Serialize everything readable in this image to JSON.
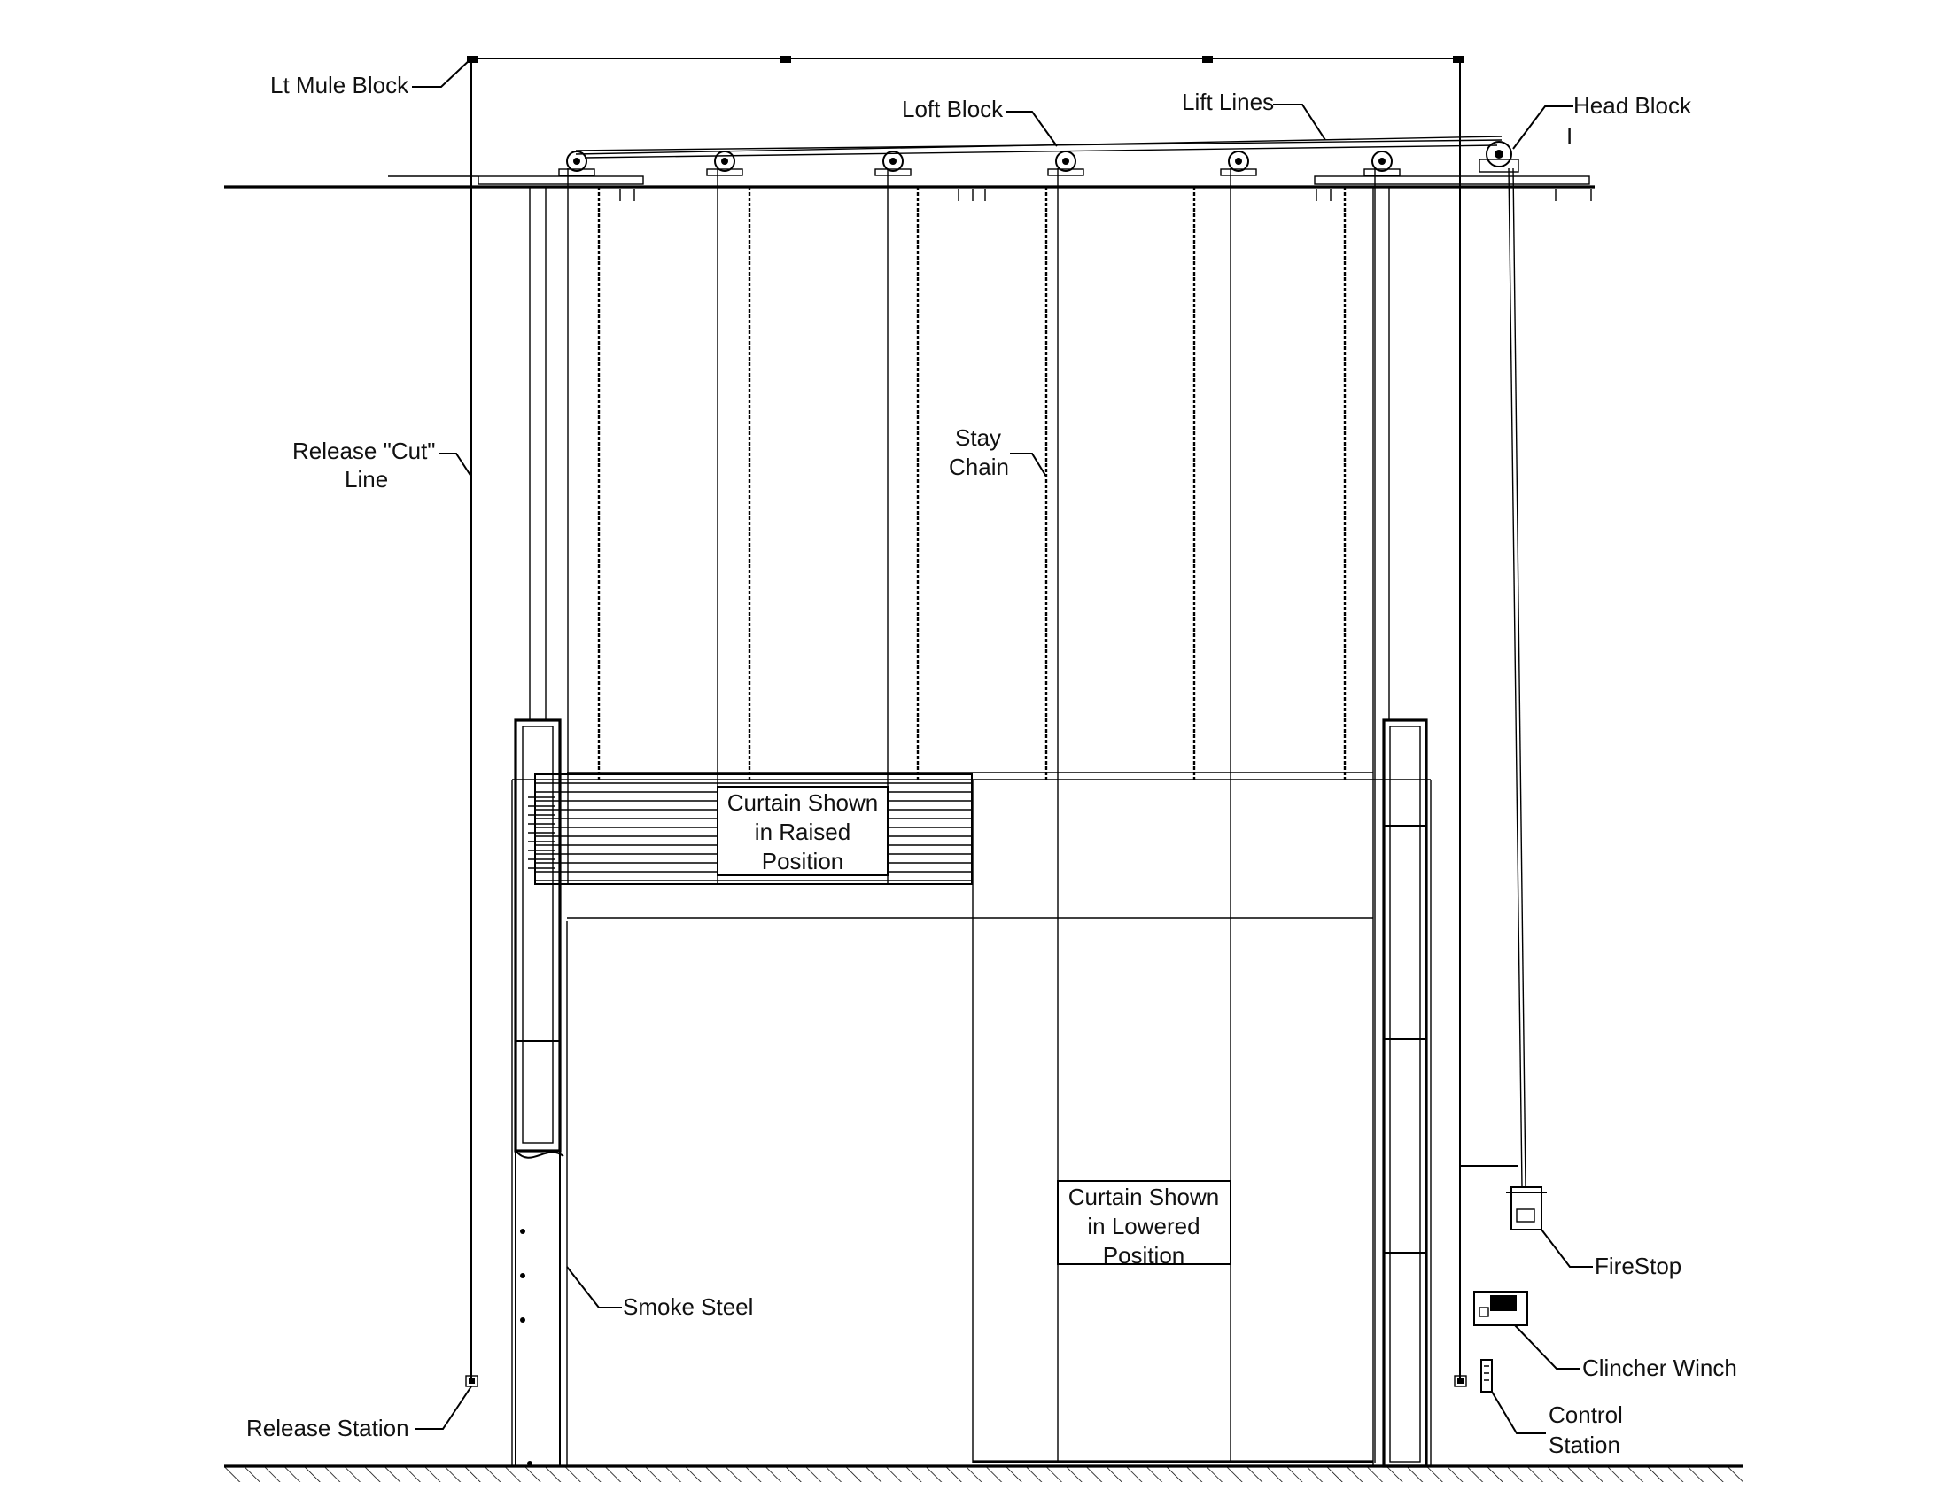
{
  "labels": {
    "lt_mule_block": "Lt Mule Block",
    "loft_block": "Loft Block",
    "lift_lines": "Lift Lines",
    "head_block": "Head Block",
    "head_block_mark": "I",
    "release_cut_line_1": "Release \"Cut\"",
    "release_cut_line_2": "Line",
    "stay_chain_1": "Stay",
    "stay_chain_2": "Chain",
    "raised_1": "Curtain Shown",
    "raised_2": "in Raised",
    "raised_3": "Position",
    "lowered_1": "Curtain Shown",
    "lowered_2": "in Lowered",
    "lowered_3": "Position",
    "smoke_steel": "Smoke Steel",
    "firestop": "FireStop",
    "clincher_winch": "Clincher Winch",
    "control_station_1": "Control",
    "control_station_2": "Station",
    "release_station": "Release Station"
  }
}
